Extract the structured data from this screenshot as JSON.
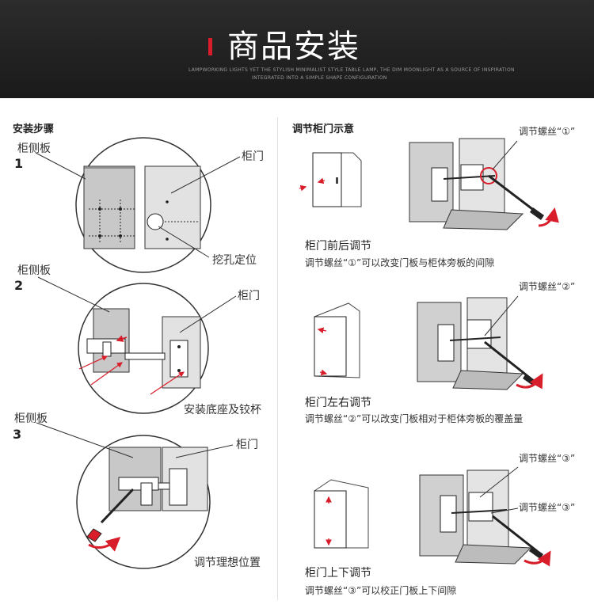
{
  "header": {
    "title": "商品安装",
    "sub1": "LAMPWORKING LIGHTS YET THE STYLISH MINIMALIST STYLE TABLE LAMP, THE DIM MOONLIGHT AS A SOURCE OF INSPIRATION",
    "sub2": "INTEGRATED INTO A SIMPLE SHAPE CONFIGURATION",
    "accent": "#d81e2a"
  },
  "left": {
    "title": "安装步骤",
    "steps": [
      {
        "num": "1",
        "side_label": "柜侧板",
        "door_label": "柜门",
        "note": "挖孔定位"
      },
      {
        "num": "2",
        "side_label": "柜侧板",
        "door_label": "柜门",
        "note": "安装底座及铰杯"
      },
      {
        "num": "3",
        "side_label": "柜侧板",
        "door_label": "柜门",
        "note": "调节理想位置"
      }
    ]
  },
  "right": {
    "title": "调节柜门示意",
    "items": [
      {
        "caption": "柜门前后调节",
        "desc": "调节螺丝“①”可以改变门板与柜体旁板的间隙",
        "screw_labels": [
          "调节螺丝“①”"
        ]
      },
      {
        "caption": "柜门左右调节",
        "desc": "调节螺丝“②”可以改变门板相对于柜体旁板的覆盖量",
        "screw_labels": [
          "调节螺丝“②”"
        ]
      },
      {
        "caption": "柜门上下调节",
        "desc": "调节螺丝“③”可以校正门板上下间隙",
        "screw_labels": [
          "调节螺丝“③”",
          "调节螺丝“③”"
        ]
      }
    ]
  }
}
